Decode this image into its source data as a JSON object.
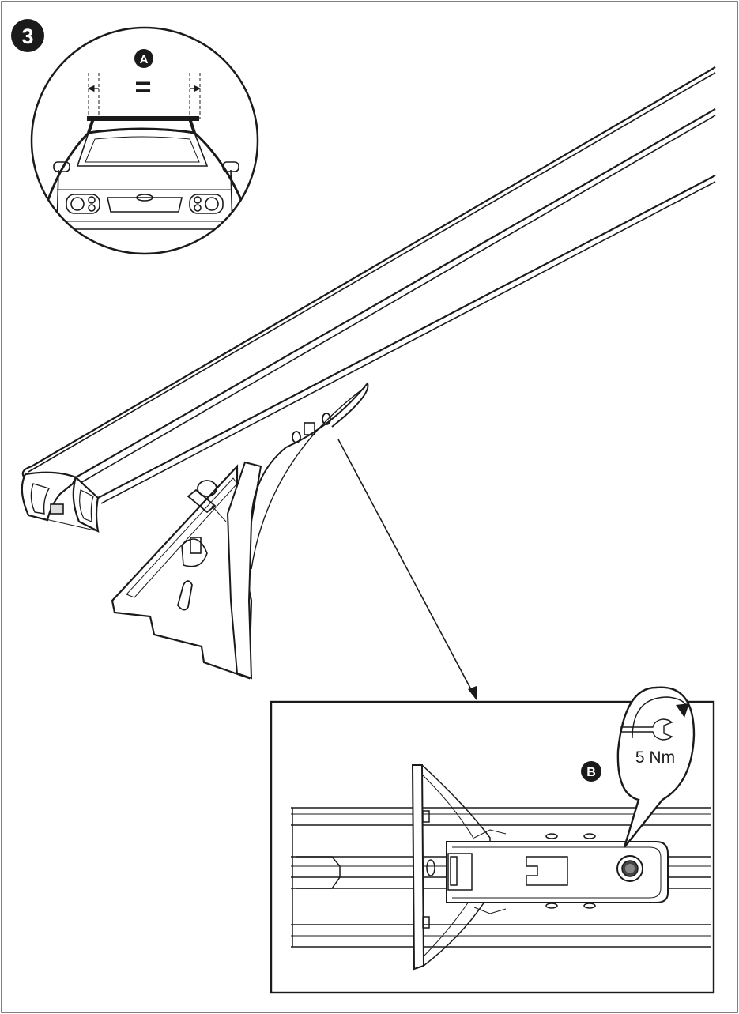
{
  "step": {
    "number": "3"
  },
  "callout_a": {
    "letter": "A",
    "symbol": "="
  },
  "callout_b": {
    "letter": "B",
    "torque": "5 Nm"
  },
  "colors": {
    "ink": "#1a1a1a",
    "paper": "#ffffff",
    "tint": "#f2f2f2"
  },
  "icons": [
    "car-front-icon",
    "wrench-icon",
    "rotate-arrow-icon"
  ]
}
